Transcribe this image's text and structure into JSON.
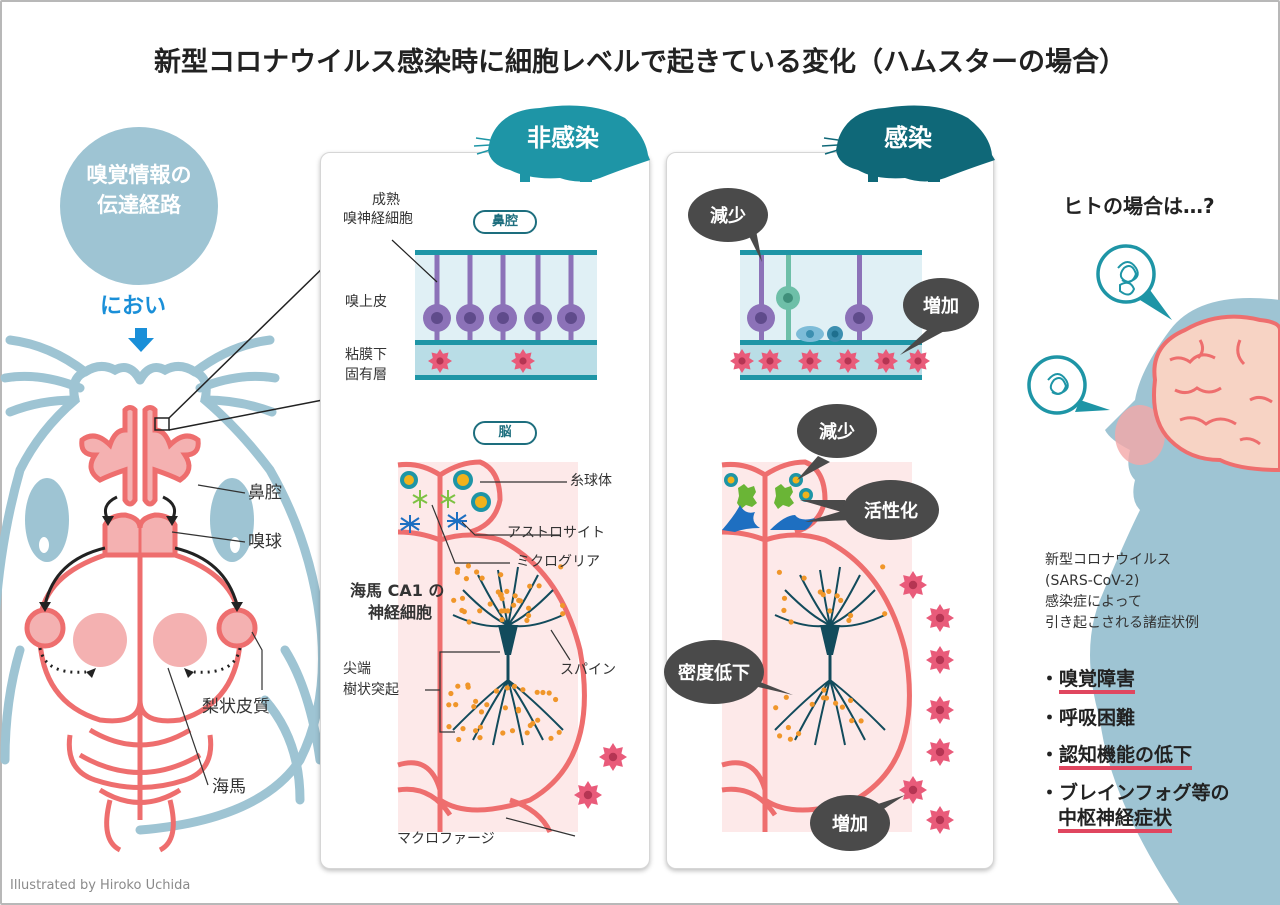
{
  "title": "新型コロナウイルス感染時に細胞レベルで起きている変化（ハムスターの場合）",
  "left": {
    "circle_label_line1": "嗅覚情報の",
    "circle_label_line2": "伝達経路",
    "smell_label": "におい",
    "labels": {
      "nasal_cavity": "鼻腔",
      "olfactory_bulb": "嗅球",
      "piriform_cortex": "梨状皮質",
      "hippocampus": "海馬"
    }
  },
  "panel_uninfected": {
    "badge": "非感染",
    "nasal_pill": "鼻腔",
    "brain_pill": "脳",
    "labels": {
      "mature_neuron_l1": "成熟",
      "mature_neuron_l2": "嗅神経細胞",
      "epithelium": "嗅上皮",
      "lamina_l1": "粘膜下",
      "lamina_l2": "固有層",
      "glomerulus": "糸球体",
      "astrocyte": "アストロサイト",
      "microglia": "ミクログリア",
      "ca1_l1": "海馬 CA1 の",
      "ca1_l2": "神経細胞",
      "spine": "スパイン",
      "apical_l1": "尖端",
      "apical_l2": "樹状突起",
      "macrophage": "マクロファージ"
    }
  },
  "panel_infected": {
    "badge": "感染",
    "callouts": {
      "decrease_top": "減少",
      "increase_top": "増加",
      "decrease_brain": "減少",
      "activation": "活性化",
      "density_drop": "密度低下",
      "increase_bottom": "増加"
    }
  },
  "right": {
    "question": "ヒトの場合は…?",
    "desc_l1": "新型コロナウイルス",
    "desc_l2": "(SARS-CoV-2)",
    "desc_l3": "感染症によって",
    "desc_l4": "引き起こされる諸症状例",
    "symptoms": [
      {
        "text": "嗅覚障害",
        "underlined": true
      },
      {
        "text": "呼吸困難",
        "underlined": false
      },
      {
        "text": "認知機能の低下",
        "underlined": true
      },
      {
        "text": "ブレインフォグ等の",
        "underlined": false
      },
      {
        "text": "中枢神経症状",
        "underlined": true
      }
    ],
    "bullet": "・"
  },
  "credit": "Illustrated by Hiroko Uchida",
  "colors": {
    "teal": "#1e95a6",
    "dark_teal": "#0f6878",
    "salmon": "#ee6e6e",
    "pink_fill": "#f4b1b1",
    "light_blue": "#9ec4d3",
    "purple": "#8c72b8",
    "callout_gray": "#4a4a4a",
    "macrophage": "#e95b7a",
    "underline": "#e0465f"
  }
}
